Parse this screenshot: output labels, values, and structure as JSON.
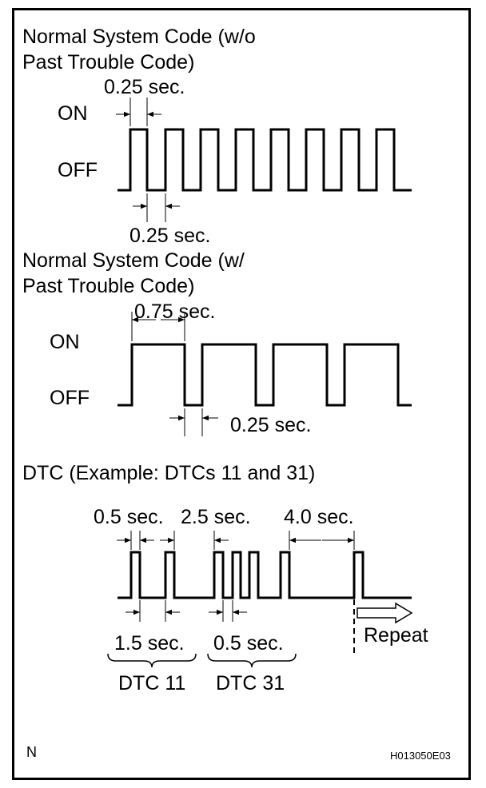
{
  "section1": {
    "title_line1": "Normal System Code (w/o",
    "title_line2": "Past Trouble Code)",
    "label_on": "ON",
    "label_off": "OFF",
    "top_duration": "0.25 sec.",
    "bottom_duration": "0.25 sec."
  },
  "section2": {
    "title_line1": "Normal System Code (w/",
    "title_line2": "Past Trouble Code)",
    "label_on": "ON",
    "label_off": "OFF",
    "top_duration": "0.75 sec.",
    "bottom_duration": "0.25 sec."
  },
  "section3": {
    "title": "DTC (Example: DTCs 11 and 31)",
    "dur_a": "0.5 sec.",
    "dur_b": "2.5 sec.",
    "dur_c": "4.0 sec.",
    "dur_d": "1.5 sec.",
    "dur_e": "0.5 sec.",
    "repeat_label": "Repeat",
    "brace1_label": "DTC 11",
    "brace2_label": "DTC 31"
  },
  "footer": {
    "corner_mark": "N",
    "figure_code": "H013050E03"
  }
}
